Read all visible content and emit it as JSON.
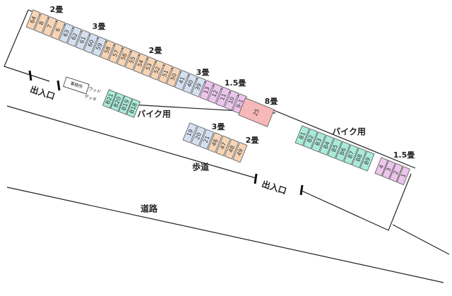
{
  "colors": {
    "orange": "#f6d4b4",
    "blue": "#d4e0f0",
    "green": "#a8ebd8",
    "pink": "#ecc4ec",
    "red": "#f6b8b8",
    "white": "#ffffff"
  },
  "labels": {
    "size_2jo_a": "2畳",
    "size_3jo_a": "3畳",
    "size_2jo_b": "2畳",
    "size_3jo_b": "3畳",
    "size_15jo_a": "1.5畳",
    "size_8jo": "8畳",
    "size_3jo_c": "3畳",
    "size_2jo_c": "2畳",
    "size_15jo_b": "1.5畳",
    "bike_a": "バイク用",
    "bike_b": "バイク用",
    "entrance_a": "出入口",
    "entrance_b": "出入口",
    "sidewalk": "歩道",
    "road": "道路",
    "office": "事務所",
    "wood_deck_1": "ウッド",
    "wood_deck_2": "デッキ"
  },
  "units": {
    "top_row": [
      {
        "label": "64",
        "color": "orange"
      },
      {
        "label": "8",
        "color": "orange"
      },
      {
        "label": "7",
        "color": "orange"
      },
      {
        "label": "6",
        "color": "orange"
      },
      {
        "label": "63",
        "color": "blue"
      },
      {
        "label": "62",
        "color": "blue"
      },
      {
        "label": "61",
        "color": "blue"
      },
      {
        "label": "60",
        "color": "blue"
      },
      {
        "label": "59",
        "color": "blue"
      },
      {
        "label": "58",
        "color": "orange"
      },
      {
        "label": "57",
        "color": "orange"
      },
      {
        "label": "56",
        "color": "orange"
      },
      {
        "label": "55",
        "color": "orange"
      },
      {
        "label": "54",
        "color": "orange"
      },
      {
        "label": "53",
        "color": "orange"
      },
      {
        "label": "52",
        "color": "orange"
      },
      {
        "label": "51",
        "color": "orange"
      },
      {
        "label": "50",
        "color": "orange"
      },
      {
        "label": "41",
        "color": "blue"
      },
      {
        "label": "40",
        "color": "blue"
      },
      {
        "label": "39",
        "color": "blue"
      },
      {
        "label": "13",
        "color": "pink"
      },
      {
        "label": "12",
        "color": "pink"
      },
      {
        "label": "11",
        "color": "pink"
      },
      {
        "label": "10",
        "color": "pink"
      },
      {
        "label": "9-1",
        "color": "pink"
      }
    ],
    "unit_25": {
      "label": "25",
      "color": "red"
    },
    "bike_left": [
      {
        "label": "B21",
        "color": "green"
      },
      {
        "label": "B20",
        "color": "green"
      },
      {
        "label": "B19",
        "color": "green"
      },
      {
        "label": "B18",
        "color": "green"
      }
    ],
    "middle_row": [
      {
        "label": "19",
        "color": "blue"
      },
      {
        "label": "20",
        "color": "blue"
      },
      {
        "label": "21",
        "color": "blue"
      },
      {
        "label": "46",
        "color": "orange"
      },
      {
        "label": "47",
        "color": "orange"
      },
      {
        "label": "48",
        "color": "orange"
      },
      {
        "label": "49",
        "color": "orange"
      }
    ],
    "bike_right": [
      {
        "label": "B1",
        "color": "green"
      },
      {
        "label": "B2",
        "color": "green"
      },
      {
        "label": "B3",
        "color": "green"
      },
      {
        "label": "B4",
        "color": "green"
      },
      {
        "label": "B5",
        "color": "green"
      },
      {
        "label": "B6",
        "color": "green"
      },
      {
        "label": "B7",
        "color": "green"
      },
      {
        "label": "B8",
        "color": "green"
      },
      {
        "label": "B9",
        "color": "green"
      }
    ],
    "small_right": [
      {
        "label": "4",
        "color": "pink"
      },
      {
        "label": "3",
        "color": "pink"
      },
      {
        "label": "2",
        "color": "pink"
      },
      {
        "label": "1",
        "color": "pink"
      }
    ]
  }
}
